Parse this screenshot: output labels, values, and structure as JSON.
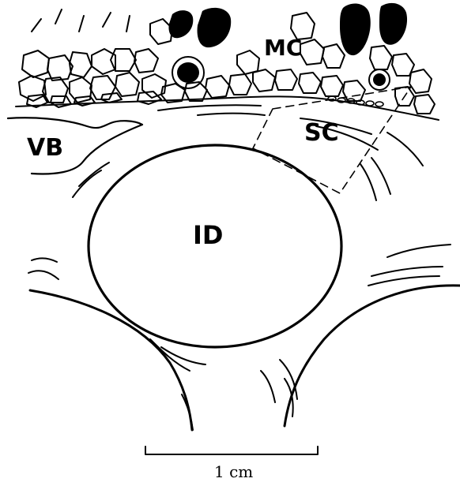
{
  "labels": {
    "vb": "VB",
    "mc": "MC",
    "sc": "SC",
    "id": "ID"
  },
  "scale_bar": {
    "text": "1 cm"
  },
  "colors": {
    "ink": "#000000",
    "paper": "#ffffff"
  }
}
